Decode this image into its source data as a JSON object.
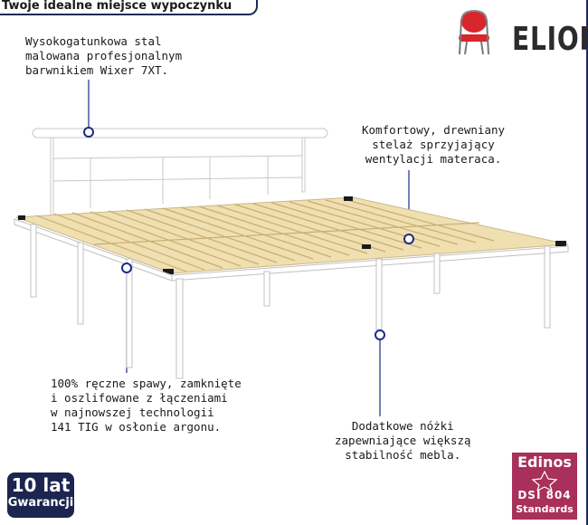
{
  "header": {
    "title": "Twoje idealne miejsce wypoczynku"
  },
  "brand": {
    "name": "ELIOR"
  },
  "notes": {
    "steel": [
      "Wysokogatunkowa stal",
      "malowana profesjonalnym",
      "barwnikiem Wixer 7XT."
    ],
    "slats": [
      "Komfortowy, drewniany",
      "stelaż sprzyjający",
      "wentylacji materaca."
    ],
    "welding": [
      "100% ręczne spawy, zamknięte",
      "i oszlifowane z łączeniami",
      "w najnowszej technologii",
      "141 TIG w osłonie argonu."
    ],
    "legs": [
      "Dodatkowe nóżki",
      "zapewniające większą",
      "stabilność mebla."
    ]
  },
  "badges": {
    "warranty_main": "10 lat",
    "warranty_sub": "Gwarancji",
    "cert_name": "Edinos",
    "cert_code": "DSI 804",
    "cert_standard": "Standards"
  },
  "colors": {
    "accent": "#1e2a5a",
    "marker": "#1c2a8a",
    "chair_red": "#d8262c",
    "cert": "#a8305a",
    "slat": "#f0dfb0",
    "frame": "#ffffff"
  }
}
